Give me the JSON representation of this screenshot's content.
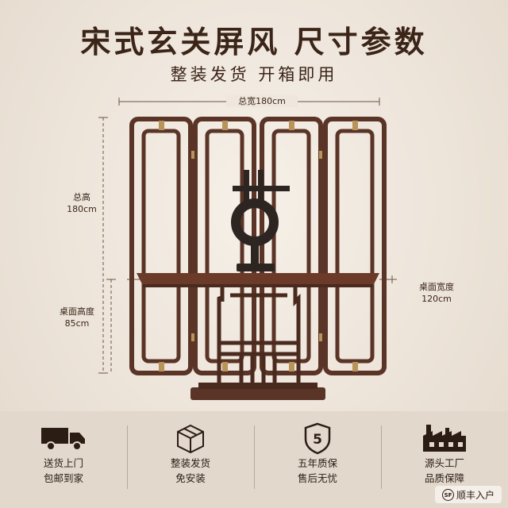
{
  "header": {
    "title": "宋式玄关屏风 尺寸参数",
    "subtitle": "整装发货 开箱即用"
  },
  "dimensions": {
    "total_width": "总宽180cm",
    "total_height_line1": "总高",
    "total_height_line2": "180cm",
    "table_height_line1": "桌面高度",
    "table_height_line2": "85cm",
    "table_width_line1": "桌面宽度",
    "table_width_line2": "120cm"
  },
  "features": [
    {
      "icon": "delivery-truck-icon",
      "line1": "送货上门",
      "line2": "包邮到家"
    },
    {
      "icon": "package-box-icon",
      "line1": "整装发货",
      "line2": "免安装"
    },
    {
      "icon": "warranty-shield-icon",
      "line1": "五年质保",
      "line2": "售后无忧",
      "badge": "5"
    },
    {
      "icon": "factory-icon",
      "line1": "源头工厂",
      "line2": "品质保障"
    }
  ],
  "badge": {
    "logo": "SF",
    "label": "顺丰入户"
  },
  "colors": {
    "wood": "#5a3426",
    "brass": "#b8935a",
    "background": "#efe7dd",
    "feature_bar": "#e2d8cc"
  }
}
